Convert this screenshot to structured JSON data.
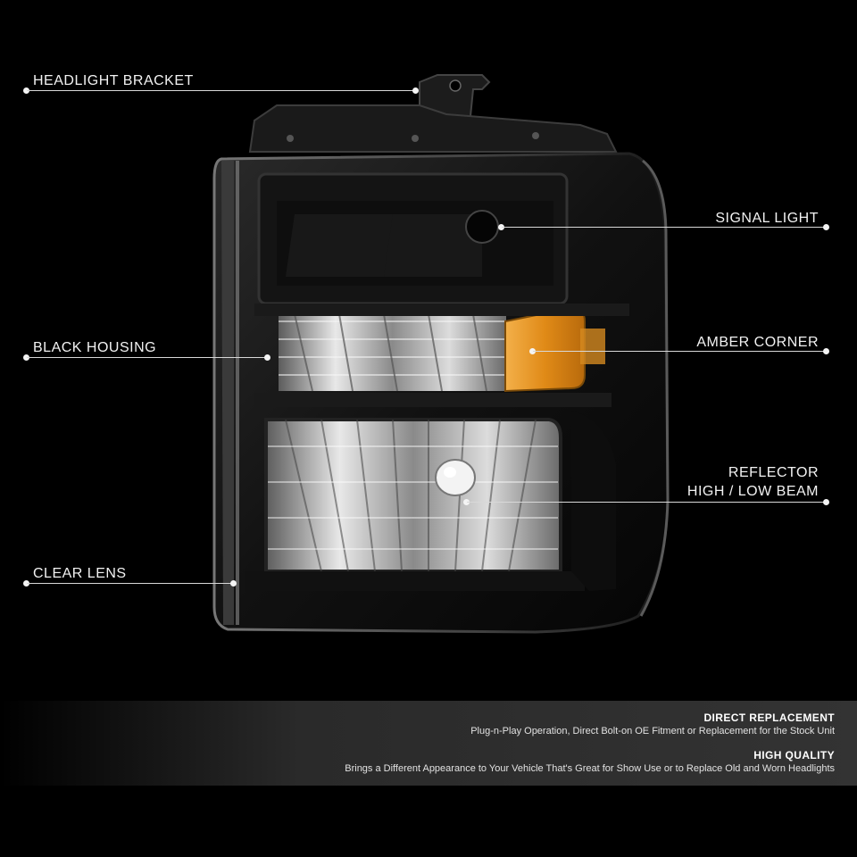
{
  "callouts": {
    "headlight_bracket": "HEADLIGHT BRACKET",
    "signal_light": "SIGNAL LIGHT",
    "black_housing": "BLACK HOUSING",
    "amber_corner": "AMBER CORNER",
    "reflector_line1": "REFLECTOR",
    "reflector_line2": "HIGH / LOW BEAM",
    "clear_lens": "CLEAR LENS"
  },
  "features": [
    {
      "title": "DIRECT REPLACEMENT",
      "text": "Plug-n-Play Operation, Direct Bolt-on OE Fitment or Replacement for the Stock Unit"
    },
    {
      "title": "HIGH QUALITY",
      "text": "Brings a Different Appearance to Your Vehicle That's Great for Show Use or to Replace Old and Worn Headlights"
    }
  ],
  "colors": {
    "background": "#000000",
    "housing": "#121212",
    "amber": "#e08a17",
    "chrome": "#b9b9b9",
    "label": "#f2f2f2"
  }
}
